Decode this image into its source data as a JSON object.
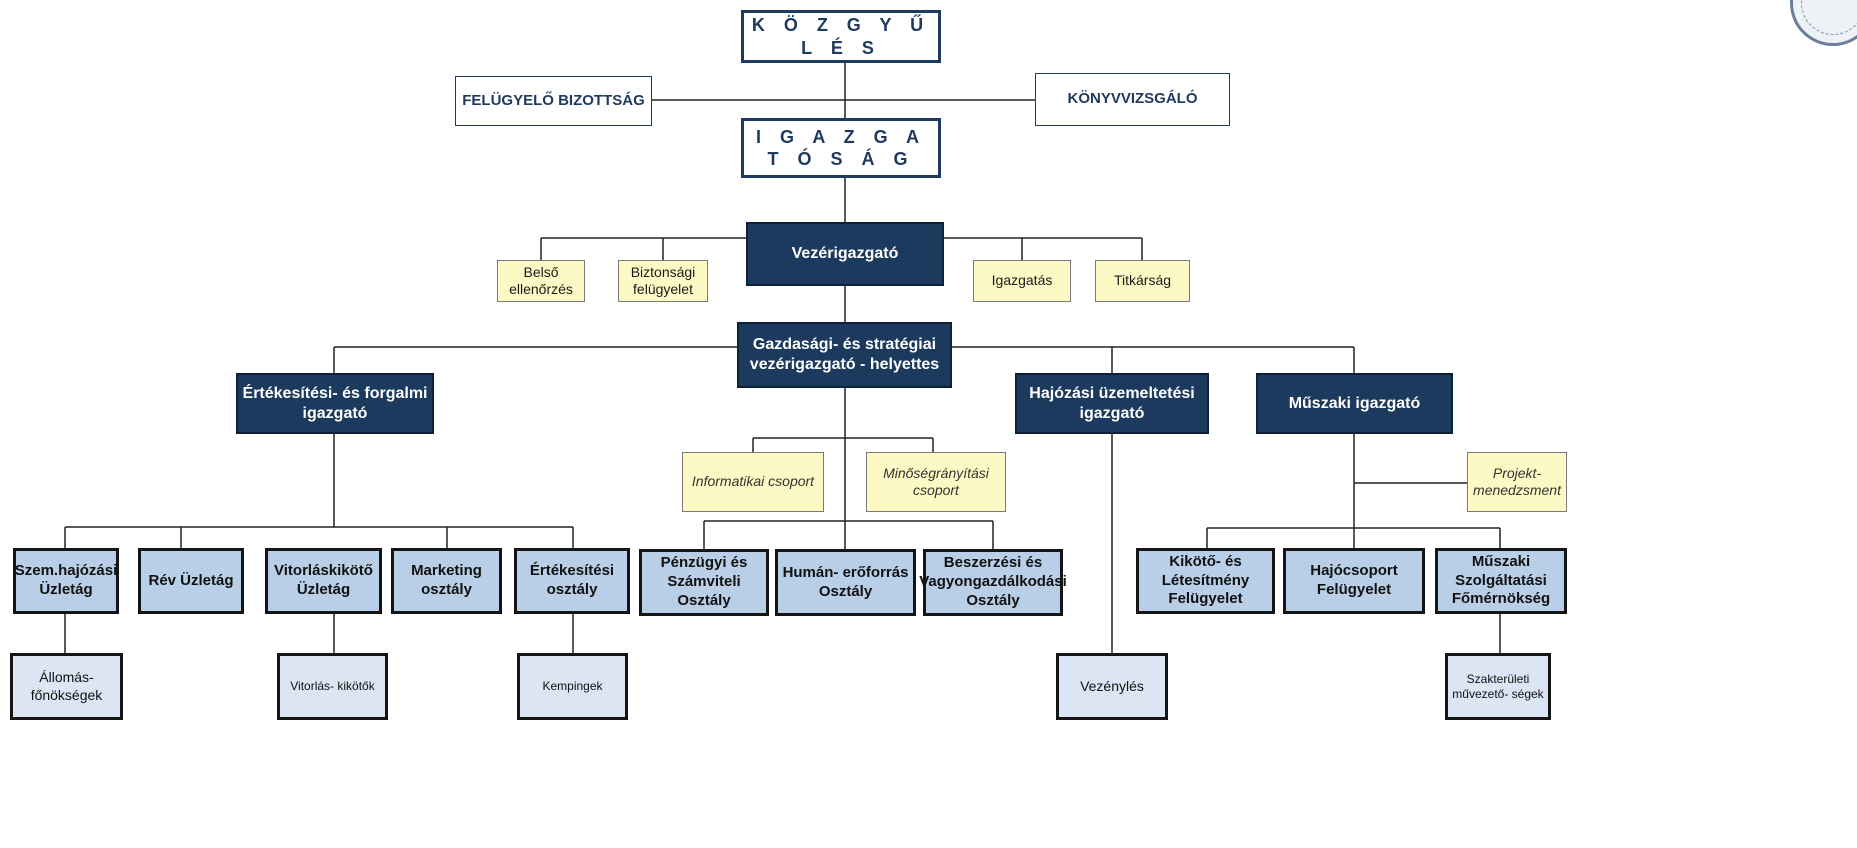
{
  "top": {
    "kozgyules": "K Ö Z G Y Ű L É S",
    "felugyelo": "FELÜGYELŐ BIZOTTSÁG",
    "konyvvizsgalo": "KÖNYVVIZSGÁLÓ",
    "igazgatosag": "I G A Z G A T Ó S Á G"
  },
  "ceo": {
    "title": "Vezérigazgató",
    "staff": [
      "Belső ellenőrzés",
      "Biztonsági felügyelet",
      "Igazgatás",
      "Titkárság"
    ]
  },
  "deputy": "Gazdasági- és stratégiai vezérigazgató - helyettes",
  "directors": {
    "sales": "Értékesítési- és forgalmi igazgató",
    "shipping": "Hajózási üzemeltetési igazgató",
    "technical": "Műszaki igazgató"
  },
  "deputy_staff": [
    "Informatikai csoport",
    "Minőségrányítási csoport"
  ],
  "technical_staff": "Projekt- menedzsment",
  "sales_units": [
    "Szem.hajózási Üzletág",
    "Rév Üzletág",
    "Vitorláskikötő Üzletág",
    "Marketing osztály",
    "Értékesítési osztály"
  ],
  "deputy_units": [
    "Pénzügyi és Számviteli Osztály",
    "Humán- erőforrás Osztály",
    "Beszerzési és Vagyongazdálkodási Osztály"
  ],
  "technical_units": [
    "Kikötő- és Létesítmény Felügyelet",
    "Hajócsoport Felügyelet",
    "Műszaki Szolgáltatási Főmérnökség"
  ],
  "subunits": {
    "allomas": "Állomás- főnökségek",
    "vitorlas": "Vitorlás- kikötők",
    "kempingek": "Kempingek",
    "vezenyles": "Vezénylés",
    "szakteruleti": "Szakterületi művezető- ségek"
  },
  "colors": {
    "navy": "#1c3a5e",
    "staff_yellow": "#fdf9c4",
    "unit_blue": "#b9cfe7",
    "subunit_blue": "#dbe5f3"
  }
}
